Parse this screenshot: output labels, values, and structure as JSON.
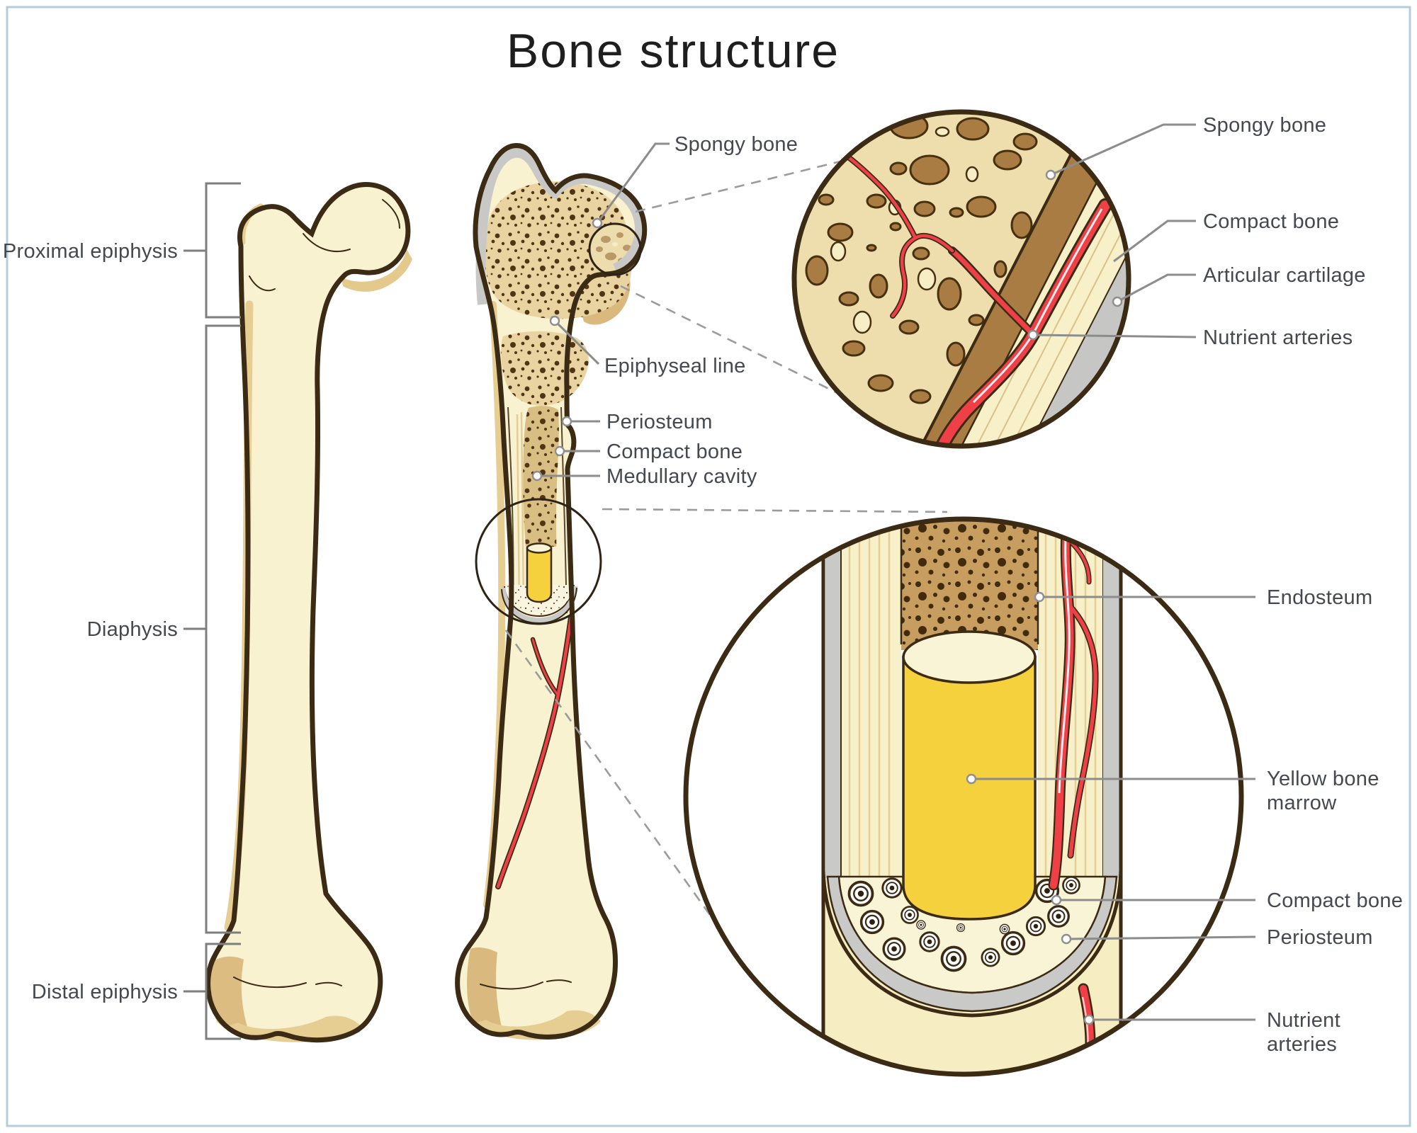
{
  "title": "Bone structure",
  "palette": {
    "bone_cream": "#F8F2D0",
    "bone_shade": "#E6CD92",
    "outline_brown": "#3B2A14",
    "spongy_tan": "#E9D3A1",
    "marrow_yellow": "#F6D13E",
    "artery_red": "#EF4048",
    "periosteum_gray": "#C9CAC7",
    "label_gray": "#45494E",
    "leader_gray": "#8C8C8C",
    "border_blue": "#B5CCDA"
  },
  "whole_bone": {
    "proximal_epiphysis": "Proximal epiphysis",
    "diaphysis": "Diaphysis",
    "distal_epiphysis": "Distal epiphysis"
  },
  "sectioned_bone": {
    "spongy_bone": "Spongy bone",
    "epiphyseal_line": "Epiphyseal line",
    "periosteum": "Periosteum",
    "compact_bone": "Compact bone",
    "medullary_cavity": "Medullary cavity"
  },
  "inset_top": {
    "spongy_bone": "Spongy bone",
    "compact_bone": "Compact bone",
    "articular_cartilage": "Articular cartilage",
    "nutrient_arteries": "Nutrient arteries"
  },
  "inset_bottom": {
    "endosteum": "Endosteum",
    "yellow_marrow_line1": "Yellow bone",
    "yellow_marrow_line2": "marrow",
    "compact_bone": "Compact bone",
    "periosteum": "Periosteum",
    "nutrient_line1": "Nutrient",
    "nutrient_line2": "arteries"
  }
}
